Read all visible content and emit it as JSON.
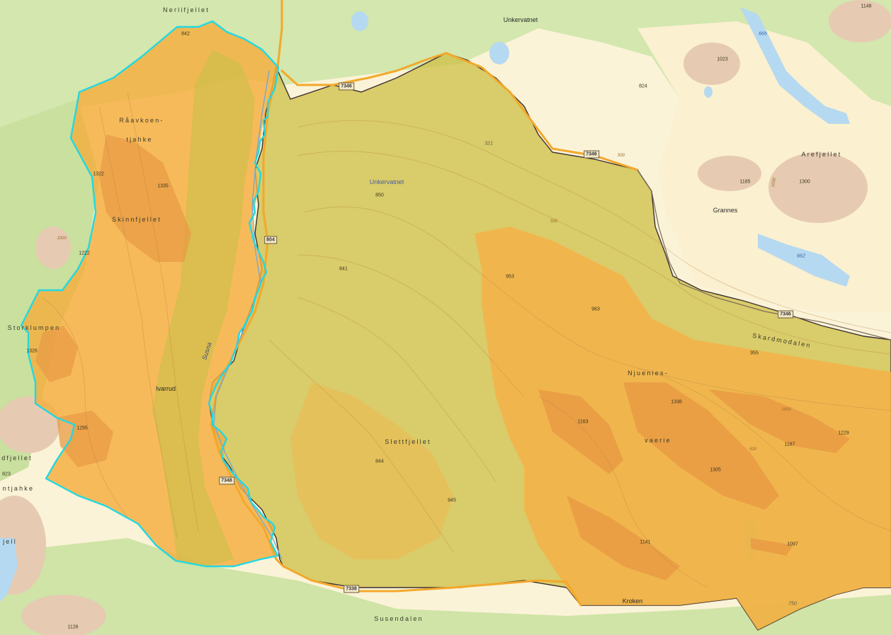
{
  "map": {
    "colors": {
      "lowland_green": "#c6df9c",
      "forest_green": "#d8e9b5",
      "open_land": "#fbf3d8",
      "mountain_tan": "#ead2bd",
      "water": "#b7dcf2",
      "protected_area_fill": "#c8b93b",
      "selected_area_fill": "#f3a53b",
      "selection_outline": "#1fd6e0",
      "boundary_line": "#3b3030",
      "road": "#f7b330"
    },
    "place_names": [
      {
        "id": "nerlifjellet",
        "text": "Nerlifjellet"
      },
      {
        "id": "unkervatnet-top",
        "text": "Unkervatnet"
      },
      {
        "id": "raavkoen",
        "text": "Råavkoen-"
      },
      {
        "id": "tjahke",
        "text": "tjahke"
      },
      {
        "id": "skinnfjellet",
        "text": "Skinnfjellet"
      },
      {
        "id": "storklumpen",
        "text": "Storklumpen"
      },
      {
        "id": "ivarrud",
        "text": "Ivarrud"
      },
      {
        "id": "unkervatnet-mid",
        "text": "Unkervatnet"
      },
      {
        "id": "arefjellet",
        "text": "Arefjellet"
      },
      {
        "id": "grannes",
        "text": "Grannes"
      },
      {
        "id": "skardmodalen",
        "text": "Skardmodalen"
      },
      {
        "id": "njuenies",
        "text": "Njuenies-"
      },
      {
        "id": "vaerie",
        "text": "vaerie"
      },
      {
        "id": "slettfjellet",
        "text": "Slettfjellet"
      },
      {
        "id": "kroken",
        "text": "Kroken"
      },
      {
        "id": "susendalen",
        "text": "Susendalen"
      },
      {
        "id": "dfjellet",
        "text": "dfjellet"
      },
      {
        "id": "ntjahke",
        "text": "ntjahke"
      },
      {
        "id": "jell",
        "text": "jell"
      }
    ],
    "river_names": [
      {
        "id": "susna",
        "text": "Susna"
      }
    ],
    "peak_heights": [
      {
        "id": "p842",
        "text": "842"
      },
      {
        "id": "p1148",
        "text": "1148"
      },
      {
        "id": "p1023",
        "text": "1023"
      },
      {
        "id": "p824",
        "text": "824"
      },
      {
        "id": "p1322",
        "text": "1322"
      },
      {
        "id": "p1335",
        "text": "1335"
      },
      {
        "id": "p1185",
        "text": "1185"
      },
      {
        "id": "p1300",
        "text": "1300"
      },
      {
        "id": "p850",
        "text": "850"
      },
      {
        "id": "p1222",
        "text": "1222"
      },
      {
        "id": "p841",
        "text": "841"
      },
      {
        "id": "p953",
        "text": "953"
      },
      {
        "id": "p983",
        "text": "983"
      },
      {
        "id": "p1326",
        "text": "1326"
      },
      {
        "id": "p955",
        "text": "955"
      },
      {
        "id": "p1338",
        "text": "1338"
      },
      {
        "id": "p1163",
        "text": "1163"
      },
      {
        "id": "p1229",
        "text": "1229"
      },
      {
        "id": "p1187",
        "text": "1187"
      },
      {
        "id": "p1295",
        "text": "1295"
      },
      {
        "id": "p844",
        "text": "844"
      },
      {
        "id": "p1305",
        "text": "1305"
      },
      {
        "id": "p823",
        "text": "823"
      },
      {
        "id": "p945",
        "text": "945"
      },
      {
        "id": "p1141",
        "text": "1141"
      },
      {
        "id": "p1097",
        "text": "1097"
      },
      {
        "id": "p1126",
        "text": "1126"
      }
    ],
    "lake_elevations": [
      {
        "id": "l666",
        "text": "666"
      },
      {
        "id": "l321",
        "text": "321"
      },
      {
        "id": "l662",
        "text": "662"
      },
      {
        "id": "l750",
        "text": "750"
      }
    ],
    "contour_labels": [
      {
        "id": "c1000a",
        "text": "1000"
      },
      {
        "id": "c1000b",
        "text": "1000"
      },
      {
        "id": "c500a",
        "text": "500"
      },
      {
        "id": "c500b",
        "text": "500"
      },
      {
        "id": "c500c",
        "text": "500"
      },
      {
        "id": "c1000c",
        "text": "1000"
      }
    ],
    "road_numbers": [
      {
        "id": "r7346a",
        "text": "7346"
      },
      {
        "id": "r7346b",
        "text": "7346"
      },
      {
        "id": "r7346c",
        "text": "7346"
      },
      {
        "id": "r804",
        "text": "804"
      },
      {
        "id": "r7348",
        "text": "7348"
      },
      {
        "id": "r7338",
        "text": "7338"
      }
    ]
  }
}
